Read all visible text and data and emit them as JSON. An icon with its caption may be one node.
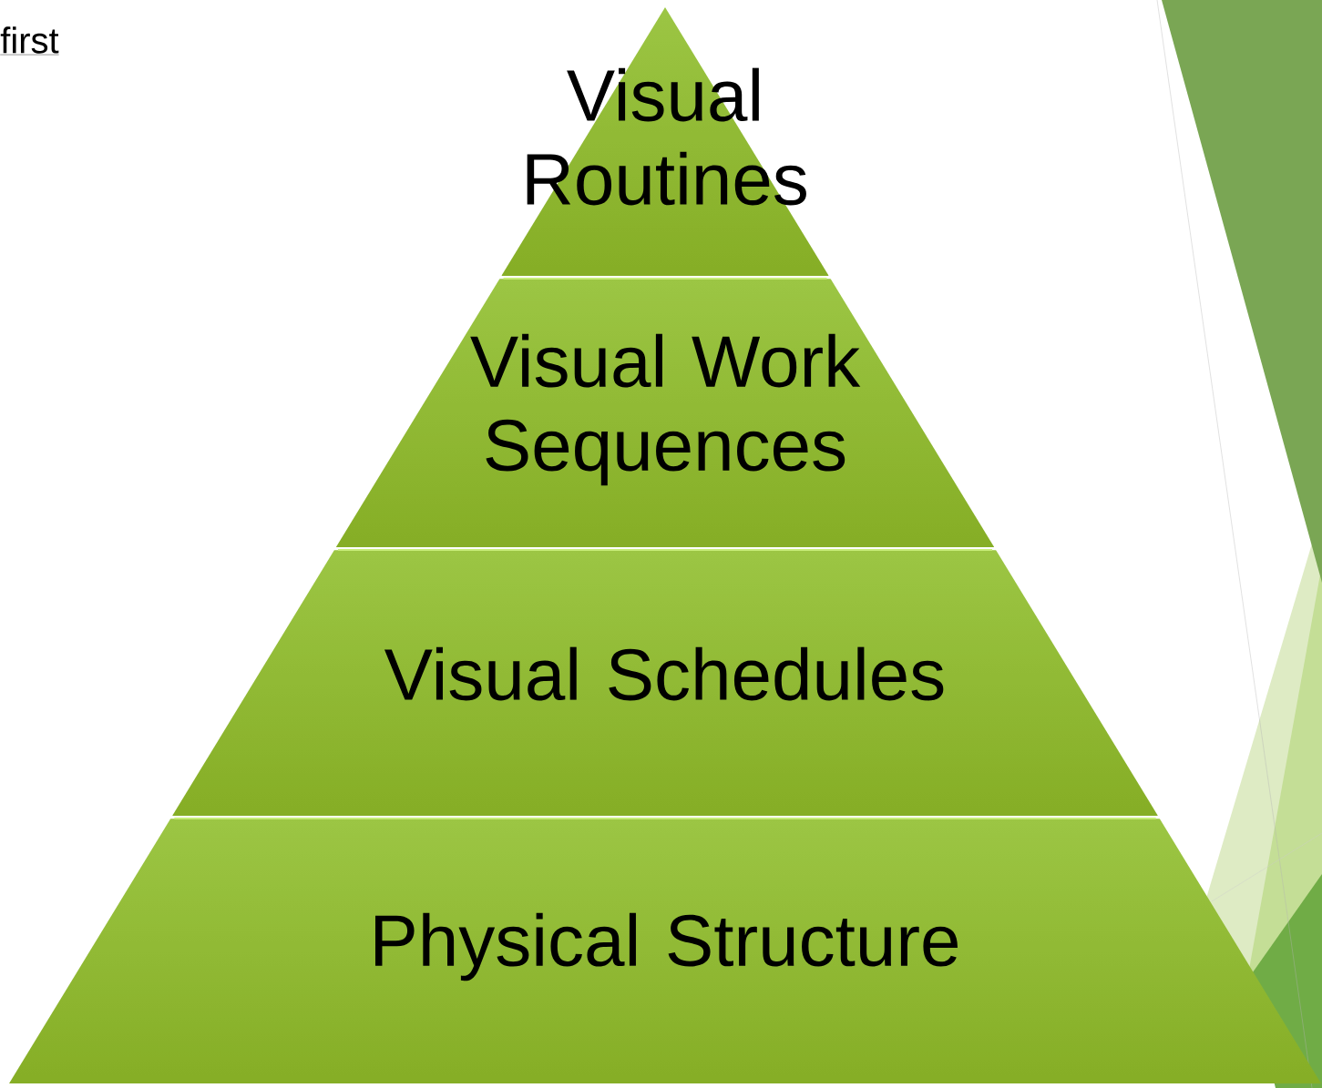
{
  "diagram": {
    "nodes": [
      {
        "text": [
          "Visual Routines"
        ]
      },
      {
        "text": [
          "Visual Work Sequences"
        ]
      },
      {
        "text": [
          "Visual Schedules"
        ]
      },
      {
        "text": [
          "Physical Structure"
        ]
      }
    ],
    "labels": [
      "first"
    ]
  }
}
